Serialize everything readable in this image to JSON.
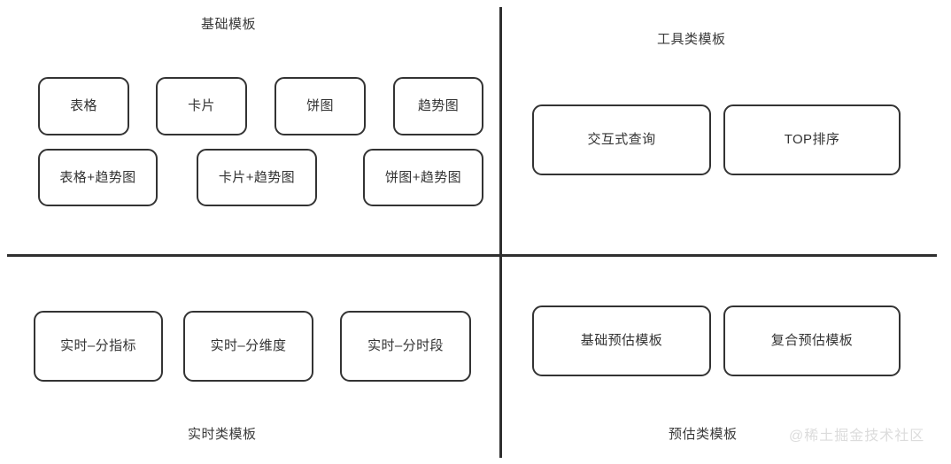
{
  "diagram": {
    "quadrants": [
      {
        "id": "basic",
        "title": "基础模板",
        "title_position": "top",
        "nodes": [
          {
            "label": "表格"
          },
          {
            "label": "卡片"
          },
          {
            "label": "饼图"
          },
          {
            "label": "趋势图"
          },
          {
            "label": "表格+趋势图"
          },
          {
            "label": "卡片+趋势图"
          },
          {
            "label": "饼图+趋势图"
          }
        ]
      },
      {
        "id": "tool",
        "title": "工具类模板",
        "title_position": "top",
        "nodes": [
          {
            "label": "交互式查询"
          },
          {
            "label": "TOP排序"
          }
        ]
      },
      {
        "id": "realtime",
        "title": "实时类模板",
        "title_position": "bottom",
        "nodes": [
          {
            "label": "实时–分指标"
          },
          {
            "label": "实时–分维度"
          },
          {
            "label": "实时–分时段"
          }
        ]
      },
      {
        "id": "forecast",
        "title": "预估类模板",
        "title_position": "bottom",
        "nodes": [
          {
            "label": "基础预估模板"
          },
          {
            "label": "复合预估模板"
          }
        ]
      }
    ],
    "watermark": "@稀土掘金技术社区",
    "colors": {
      "background": "#ffffff",
      "divider": "#2f2f2f",
      "node_border": "#333333",
      "node_fill": "#ffffff",
      "text": "#333333",
      "watermark": "#dcdcdc"
    }
  }
}
